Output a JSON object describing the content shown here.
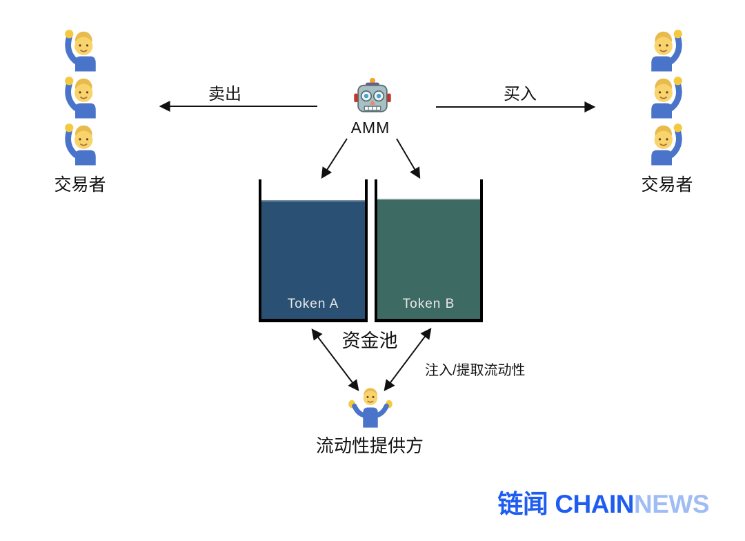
{
  "diagram": {
    "amm": {
      "label": "AMM",
      "icon": "robot-icon"
    },
    "sell_arrow_label": "卖出",
    "buy_arrow_label": "买入",
    "traders_left": {
      "label": "交易者",
      "count": 3,
      "icon": "raising-hand-icon"
    },
    "traders_right": {
      "label": "交易者",
      "count": 3,
      "icon": "raising-hand-icon"
    },
    "pool": {
      "label": "资金池",
      "tanks": [
        {
          "label": "Token A",
          "fill_color": "#2a5173"
        },
        {
          "label": "Token B",
          "fill_color": "#3e6a64"
        }
      ]
    },
    "liquidity_provider": {
      "label": "流动性提供方",
      "icon": "shrug-icon"
    },
    "liquidity_action_label": "注入/提取流动性",
    "arrow_color": "#111111"
  },
  "branding": {
    "logo_cn": "链闻",
    "logo_en_primary": "CHAIN",
    "logo_en_secondary": "NEWS",
    "primary_color": "#1e5df0",
    "secondary_color": "#9fbcf5"
  }
}
